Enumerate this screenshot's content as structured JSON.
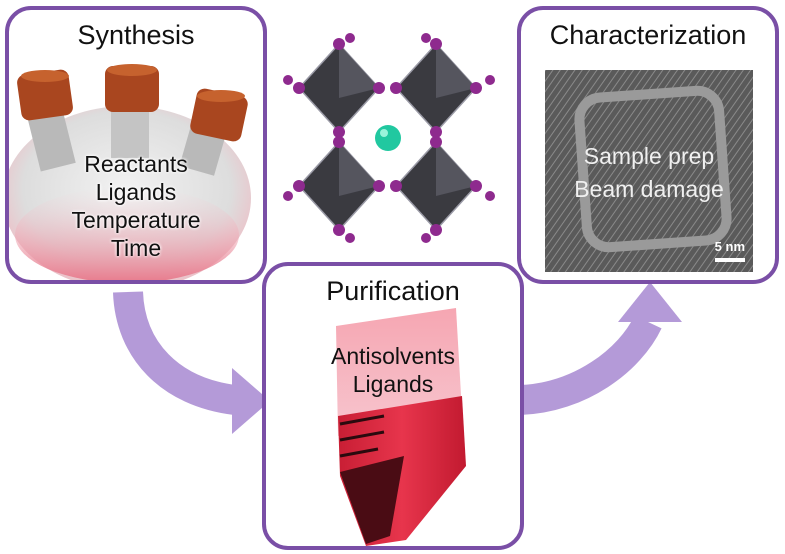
{
  "synthesis": {
    "title": "Synthesis",
    "notes": [
      "Reactants",
      "Ligands",
      "Temperature",
      "Time"
    ]
  },
  "purification": {
    "title": "Purification",
    "notes": [
      "Antisolvents",
      "Ligands"
    ]
  },
  "characterization": {
    "title": "Characterization",
    "notes": [
      "Sample prep",
      "Beam damage"
    ],
    "scale_bar": "5 nm"
  },
  "colors": {
    "panel_border": "#7a4fa6",
    "flow_arrow": "#b49ad8",
    "octahedron": "#3a3a40",
    "anion": "#8e2a8e",
    "cation": "#21c8a0",
    "solution": "#d8283c"
  }
}
